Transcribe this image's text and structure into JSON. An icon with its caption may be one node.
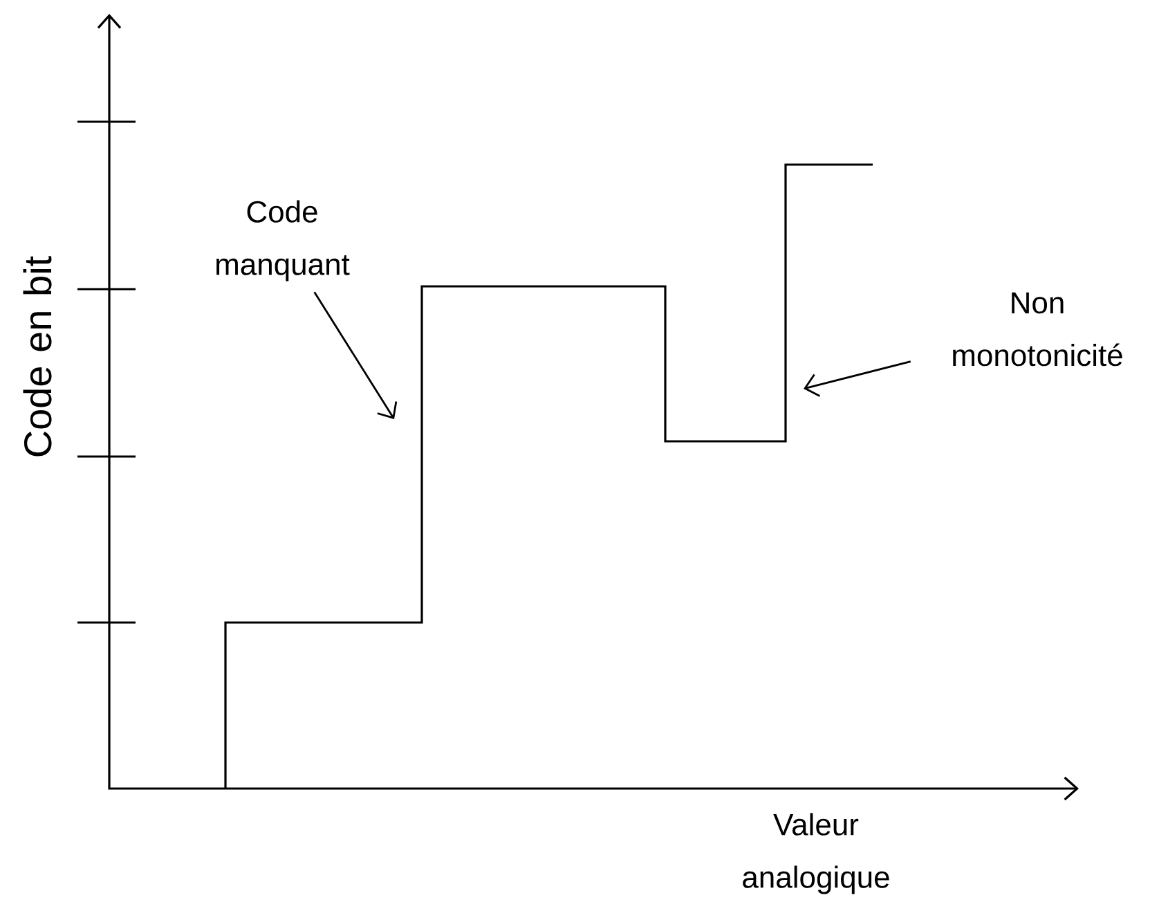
{
  "diagram": {
    "nodes": [
      {
        "text": [
          "Code manquant"
        ]
      },
      {
        "text": [
          "Non monotonicité"
        ]
      }
    ],
    "edges": [
      {
        "from": 0,
        "to": null,
        "arrow": "to"
      },
      {
        "from": 1,
        "to": null,
        "arrow": "to"
      }
    ],
    "labels": [
      "Code en bit",
      "Valeur analogique"
    ]
  }
}
